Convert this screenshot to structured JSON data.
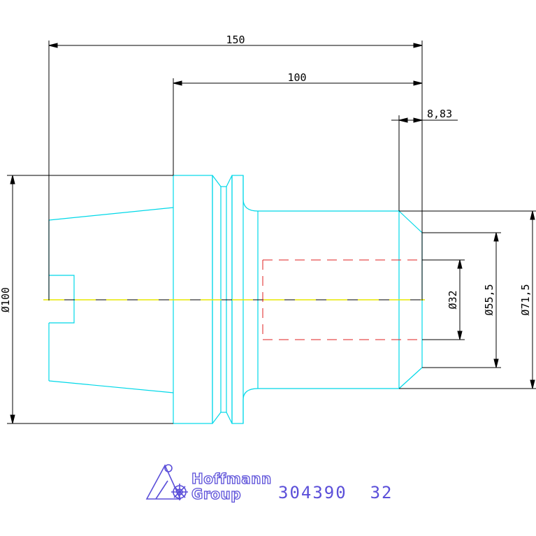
{
  "dimensions": {
    "overall_length": "150",
    "body_length": "100",
    "chamfer": "8,83",
    "flange_diameter": "Ø100",
    "bore_diameter": "Ø32",
    "shank_diameter": "Ø55,5",
    "body_diameter": "Ø71,5"
  },
  "logo": {
    "line1": "Hoffmann",
    "line2": "Group"
  },
  "part_number": "304390  32",
  "colors": {
    "outline": "#00d8e8",
    "dimension": "#000000",
    "hidden": "#e02020",
    "centerline": "#e8e800",
    "brand": "#5b4fd9"
  }
}
